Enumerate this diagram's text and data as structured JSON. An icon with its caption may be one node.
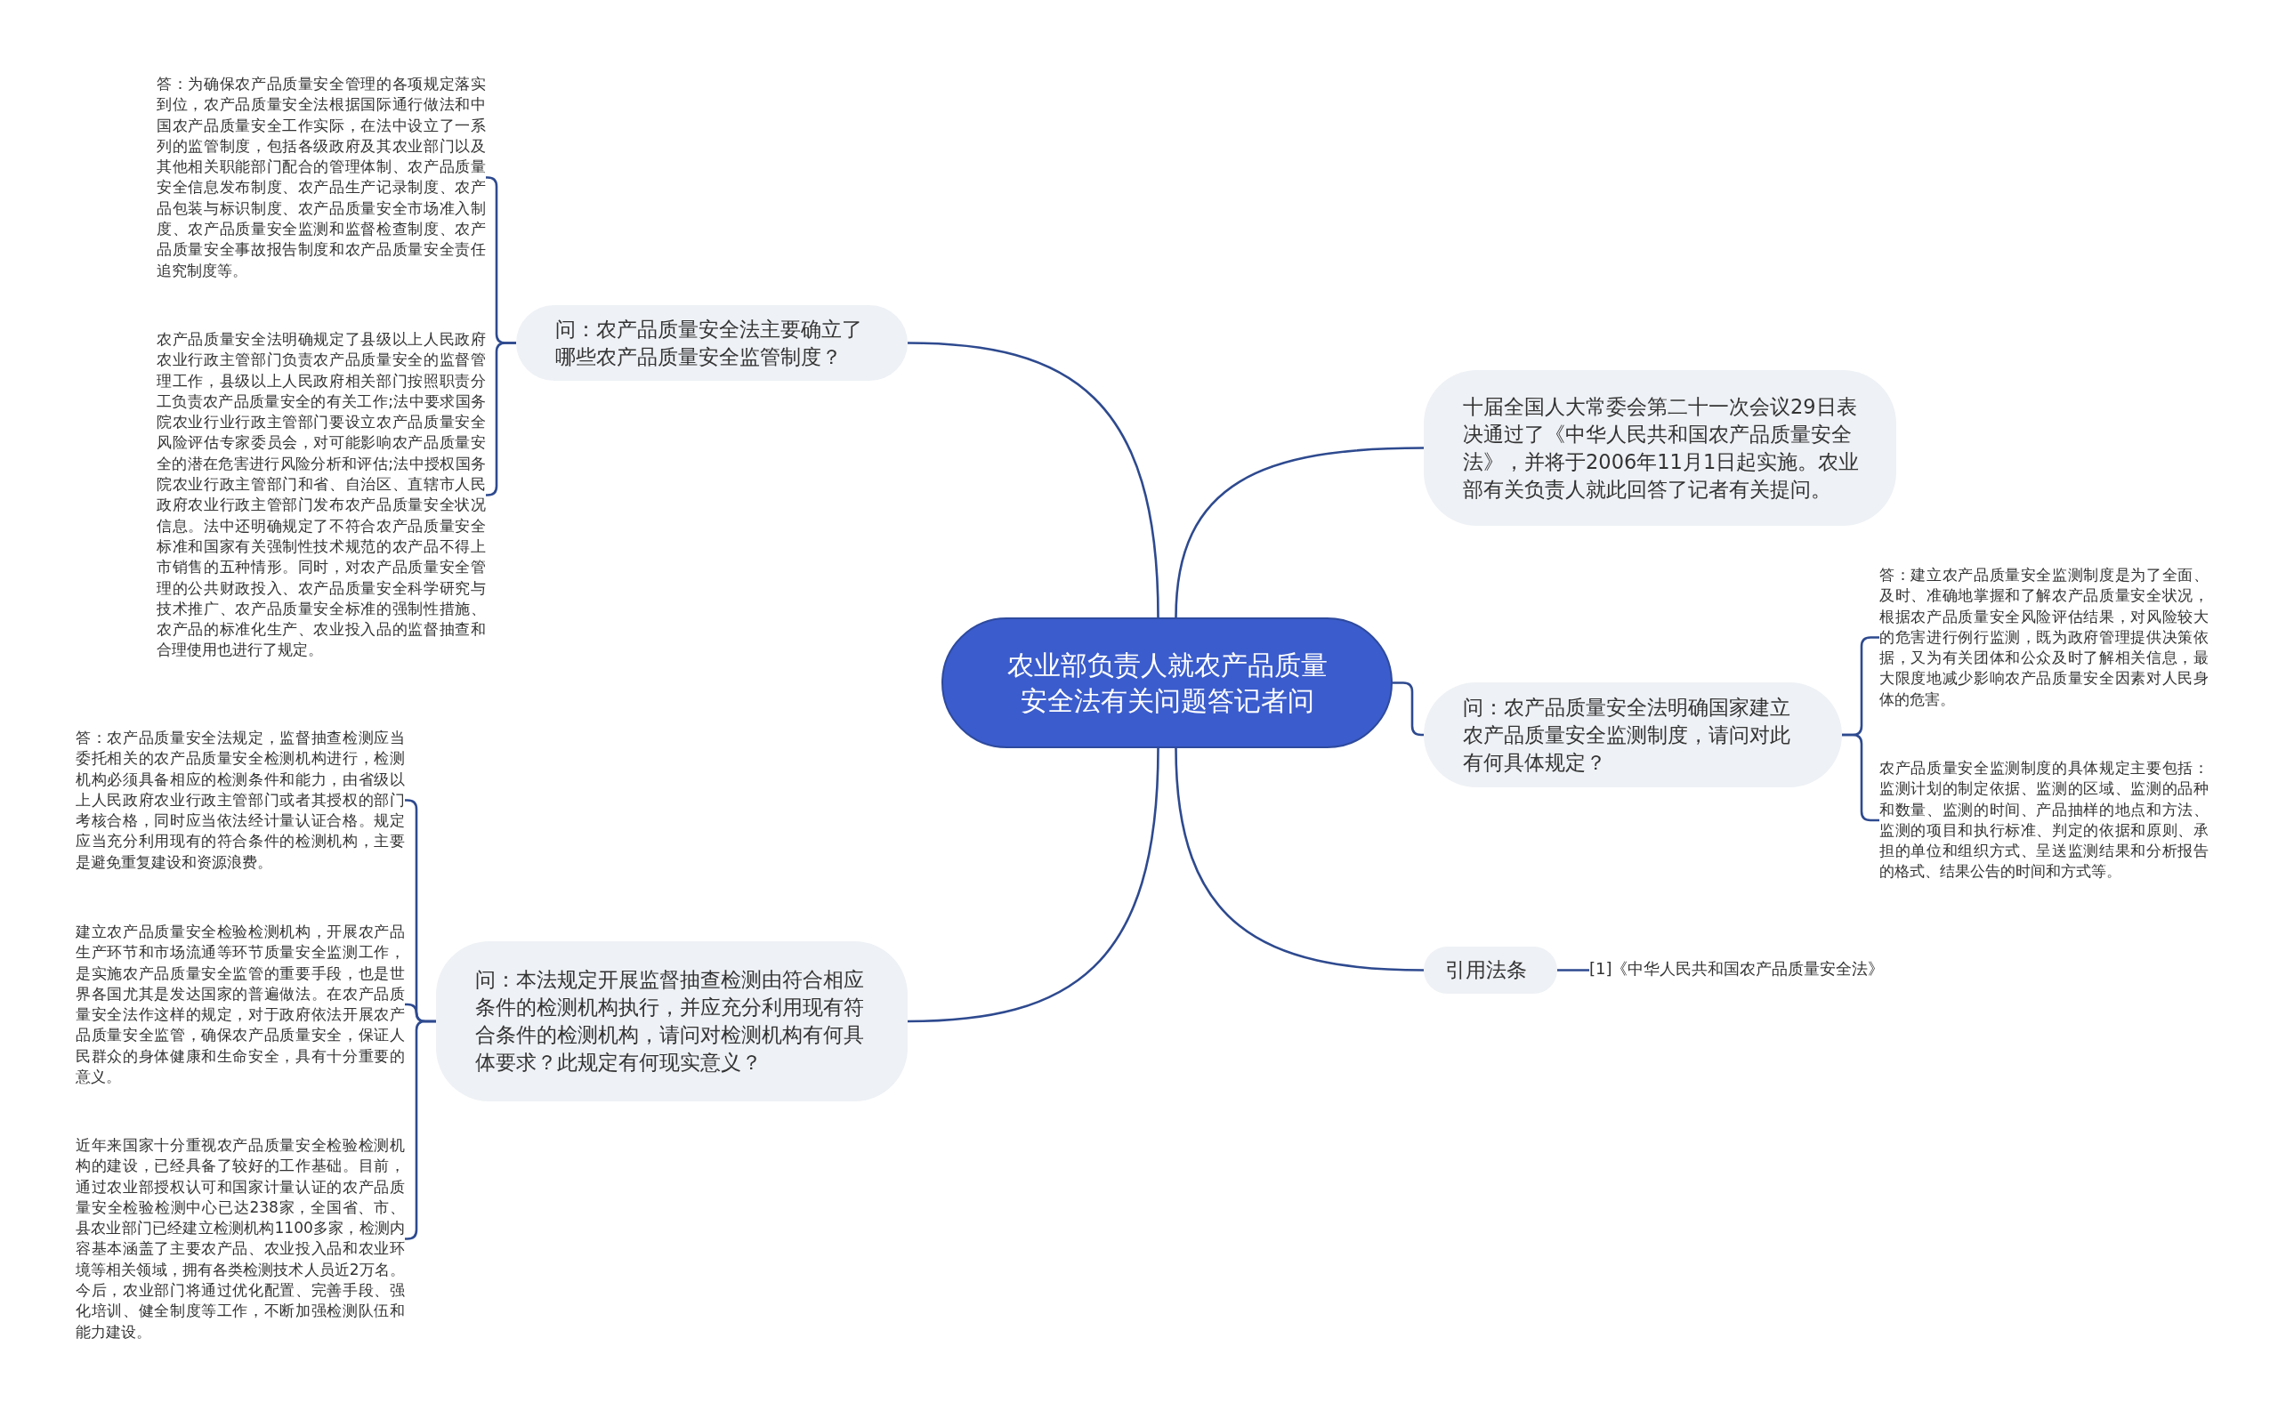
{
  "diagram": {
    "nodes": [
      {
        "text": [
          "农业部负责人就农产品质量安全法有关问题答记者问"
        ]
      },
      {
        "text": [
          "问：农产品质量安全法主要确立了哪些农产品质量安全监管制度？"
        ]
      },
      {
        "text": [
          "答：为确保农产品质量安全管理的各项规定落实到位，农产品质量安全法根据国际通行做法和中国农产品质量安全工作实际，在法中设立了一系列的监管制度，包括各级政府及其农业部门以及其他相关职能部门配合的管理体制、农产品质量安全信息发布制度、农产品生产记录制度、农产品包装与标识制度、农产品质量安全市场准入制度、农产品质量安全监测和监督检查制度、农产品质量安全事故报告制度和农产品质量安全责任追究制度等。"
        ]
      },
      {
        "text": [
          "农产品质量安全法明确规定了县级以上人民政府农业行政主管部门负责农产品质量安全的监督管理工作，县级以上人民政府相关部门按照职责分工负责农产品质量安全的有关工作;法中要求国务院农业行业行政主管部门要设立农产品质量安全风险评估专家委员会，对可能影响农产品质量安全的潜在危害进行风险分析和评估;法中授权国务院农业行政主管部门和省、自治区、直辖市人民政府农业行政主管部门发布农产品质量安全状况信息。法中还明确规定了不符合农产品质量安全标准和国家有关强制性技术规范的农产品不得上市销售的五种情形。同时，对农产品质量安全管理的公共财政投入、农产品质量安全科学研究与技术推广、农产品质量安全标准的强制性措施、农产品的标准化生产、农业投入品的监督抽查和合理使用也进行了规定。"
        ]
      },
      {
        "text": [
          "问：本法规定开展监督抽查检测由符合相应条件的检测机构执行，并应充分利用现有符合条件的检测机构，请问对检测机构有何具体要求？此规定有何现实意义？"
        ]
      },
      {
        "text": [
          "答：农产品质量安全法规定，监督抽查检测应当委托相关的农产品质量安全检测机构进行，检测机构必须具备相应的检测条件和能力，由省级以上人民政府农业行政主管部门或者其授权的部门考核合格，同时应当依法经计量认证合格。规定应当充分利用现有的符合条件的检测机构，主要是避免重复建设和资源浪费。"
        ]
      },
      {
        "text": [
          "建立农产品质量安全检验检测机构，开展农产品生产环节和市场流通等环节质量安全监测工作，是实施农产品质量安全监管的重要手段，也是世界各国尤其是发达国家的普遍做法。在农产品质量安全法作这样的规定，对于政府依法开展农产品质量安全监管，确保农产品质量安全，保证人民群众的身体健康和生命安全，具有十分重要的意义。"
        ]
      },
      {
        "text": [
          "近年来国家十分重视农产品质量安全检验检测机构的建设，已经具备了较好的工作基础。目前，通过农业部授权认可和国家计量认证的农产品质量安全检验检测中心已达238家，全国省、市、县农业部门已经建立检测机构1100多家，检测内容基本涵盖了主要农产品、农业投入品和农业环境等相关领域，拥有各类检测技术人员近2万名。今后，农业部门将通过优化配置、完善手段、强化培训、健全制度等工作，不断加强检测队伍和能力建设。"
        ]
      },
      {
        "text": [
          "十届全国人大常委会第二十一次会议29日表决通过了《中华人民共和国农产品质量安全法》，并将于2006年11月1日起实施。农业部有关负责人就此回答了记者有关提问。"
        ]
      },
      {
        "text": [
          "问：农产品质量安全法明确国家建立农产品质量安全监测制度，请问对此有何具体规定？"
        ]
      },
      {
        "text": [
          "答：建立农产品质量安全监测制度是为了全面、及时、准确地掌握和了解农产品质量安全状况，根据农产品质量安全风险评估结果，对风险较大的危害进行例行监测，既为政府管理提供决策依据，又为有关团体和公众及时了解相关信息，最大限度地减少影响农产品质量安全因素对人民身体的危害。"
        ]
      },
      {
        "text": [
          "农产品质量安全监测制度的具体规定主要包括：监测计划的制定依据、监测的区域、监测的品种和数量、监测的时间、产品抽样的地点和方法、监测的项目和执行标准、判定的依据和原则、承担的单位和组织方式、呈送监测结果和分析报告的格式、结果公告的时间和方式等。"
        ]
      },
      {
        "text": [
          "引用法条"
        ]
      },
      {
        "text": [
          "[1]《中华人民共和国农产品质量安全法》"
        ]
      }
    ],
    "edges": [
      {
        "from": 0,
        "to": 1,
        "arrow": "none"
      },
      {
        "from": 1,
        "to": 2,
        "arrow": "none"
      },
      {
        "from": 1,
        "to": 3,
        "arrow": "none"
      },
      {
        "from": 0,
        "to": 4,
        "arrow": "none"
      },
      {
        "from": 4,
        "to": 5,
        "arrow": "none"
      },
      {
        "from": 4,
        "to": 6,
        "arrow": "none"
      },
      {
        "from": 4,
        "to": 7,
        "arrow": "none"
      },
      {
        "from": 0,
        "to": 8,
        "arrow": "none"
      },
      {
        "from": 0,
        "to": 9,
        "arrow": "none"
      },
      {
        "from": 9,
        "to": 10,
        "arrow": "none"
      },
      {
        "from": 9,
        "to": 11,
        "arrow": "none"
      },
      {
        "from": 0,
        "to": 12,
        "arrow": "none"
      },
      {
        "from": 12,
        "to": 13,
        "arrow": "none"
      }
    ]
  }
}
